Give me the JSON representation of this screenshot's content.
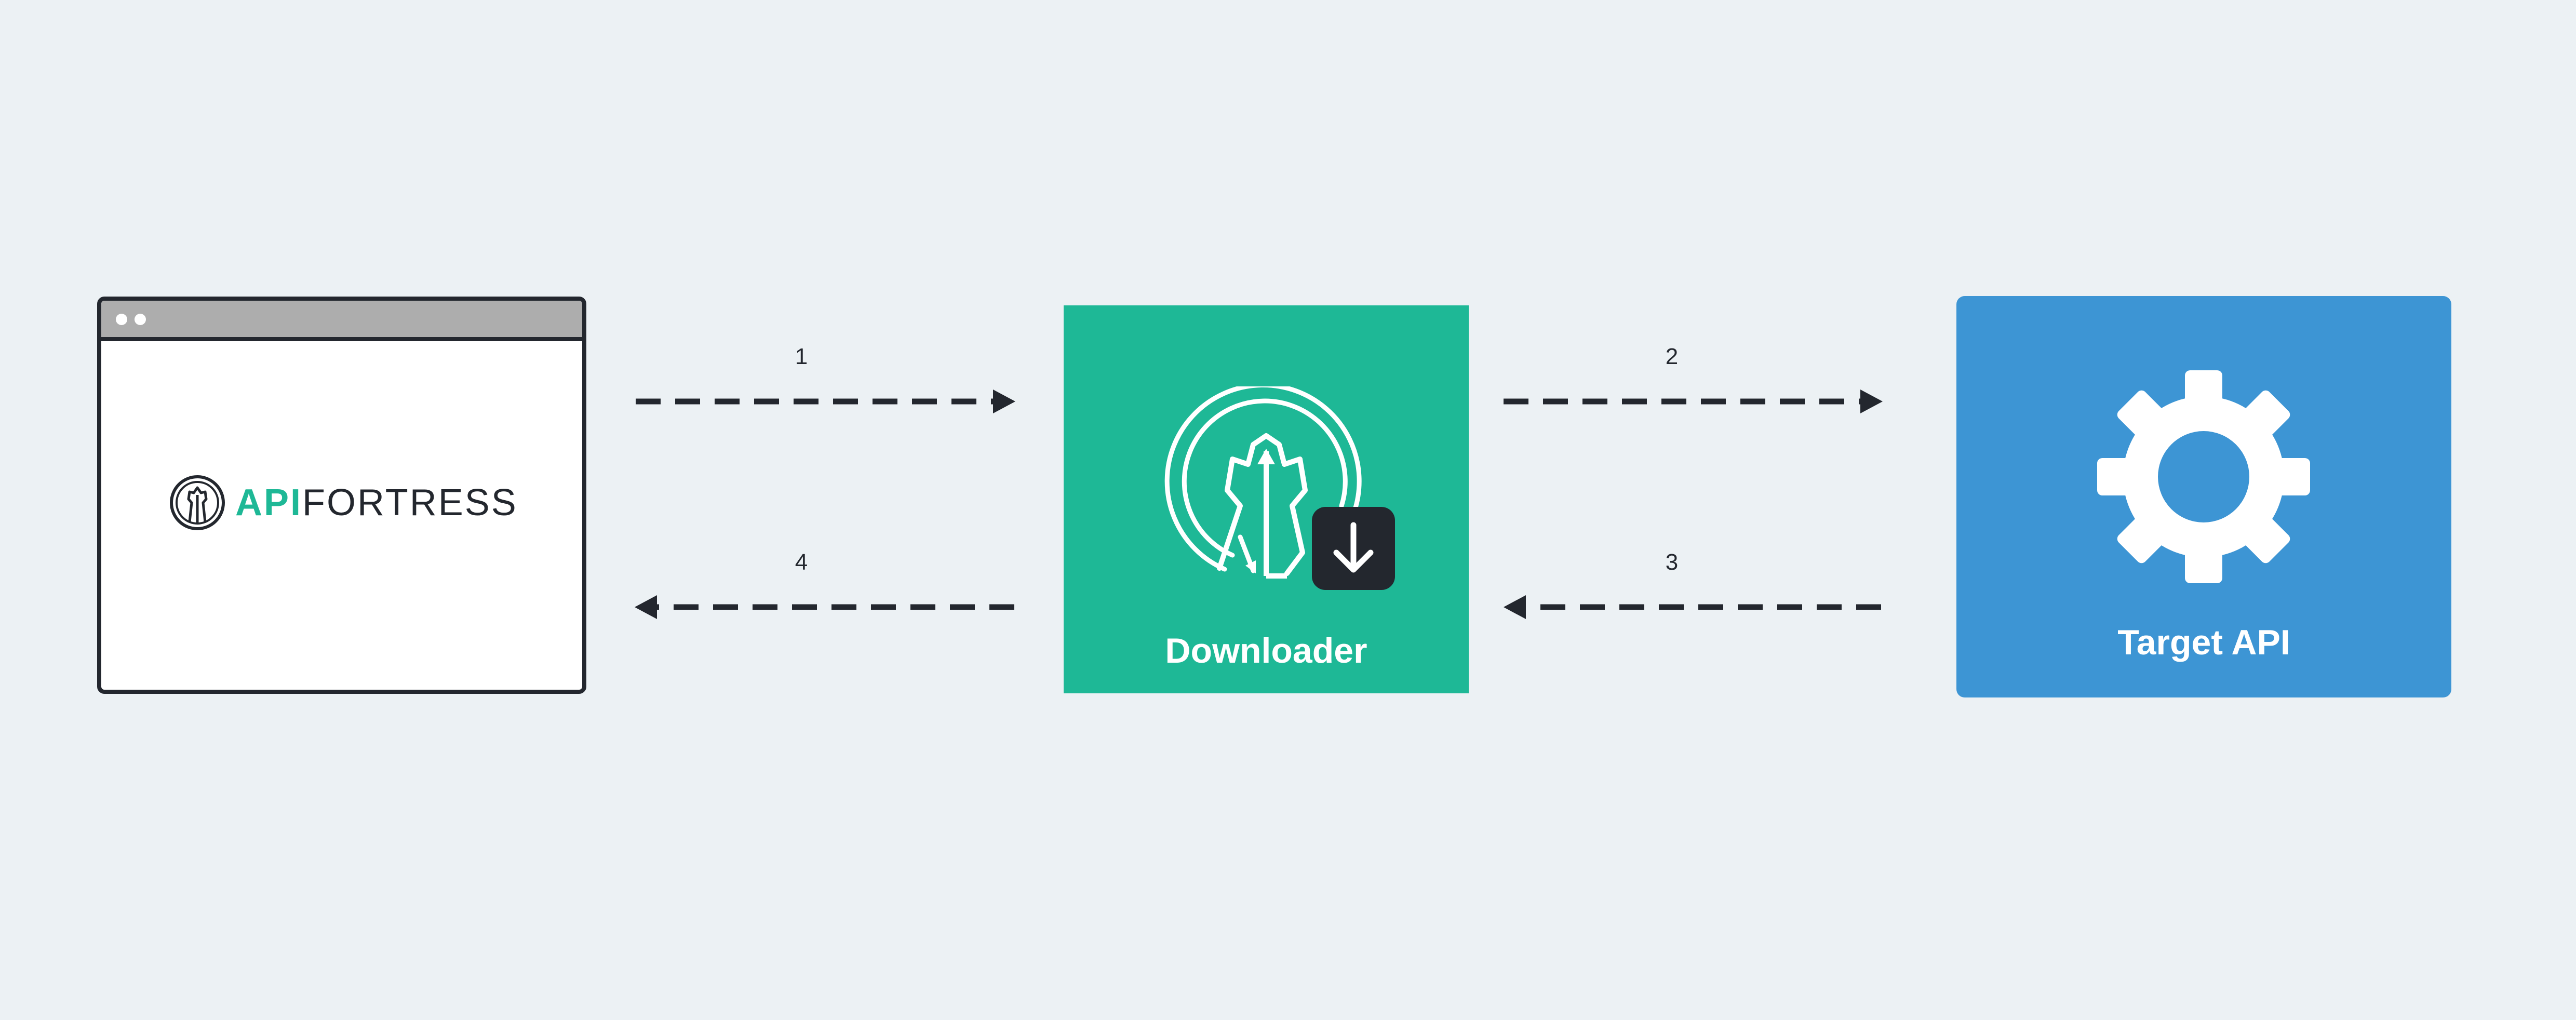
{
  "client": {
    "logo_prefix": "API",
    "logo_suffix": "FORTRESS"
  },
  "downloader": {
    "label": "Downloader",
    "color": "#1eb896"
  },
  "target": {
    "label": "Target API",
    "color": "#3d95d4"
  },
  "steps": [
    {
      "number": "1",
      "direction": "right"
    },
    {
      "number": "2",
      "direction": "right"
    },
    {
      "number": "3",
      "direction": "left"
    },
    {
      "number": "4",
      "direction": "left"
    }
  ],
  "colors": {
    "background": "#ecf1f4",
    "dark": "#23272e",
    "accent": "#1eb896"
  }
}
